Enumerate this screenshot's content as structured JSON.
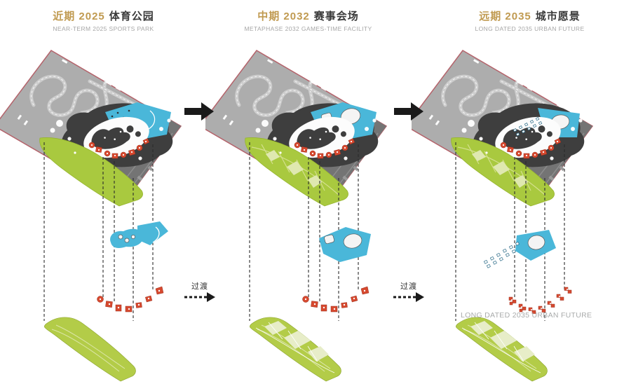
{
  "panels": [
    {
      "id": "near-term-2025",
      "title_highlight": "近期 2025",
      "title_rest": "体育公园",
      "subtitle": "NEAR-TERM 2025 SPORTS PARK"
    },
    {
      "id": "metaphase-2032",
      "title_highlight": "中期 2032",
      "title_rest": "赛事会场",
      "subtitle": "METAPHASE 2032 GAMES-TIME FACILITY"
    },
    {
      "id": "long-dated-2035",
      "title_highlight": "远期 2035",
      "title_rest": "城市愿景",
      "subtitle": "LONG DATED 2035 URBAN FUTURE"
    }
  ],
  "transitions": [
    {
      "label": "过渡",
      "icon": "dashed-arrow-right-icon"
    },
    {
      "label": "过渡",
      "icon": "dashed-arrow-right-icon"
    }
  ],
  "phase_arrows": [
    {
      "icon": "arrow-right-icon"
    },
    {
      "icon": "arrow-right-icon"
    }
  ],
  "annotations": {
    "panel3_mid_label": "LONG DATED 2035 URBAN FUTURE"
  },
  "colors": {
    "title_highlight": "#c09a50",
    "title_rest": "#3b3b3b",
    "subtitle": "#a6a6a6",
    "annotation_gray": "#a9abab",
    "plate_gray": "#adadad",
    "plate_border": "#b4636b",
    "dark_zone": "#3e3e3e",
    "water_blue": "#4ab7d9",
    "venue_red": "#d6492f",
    "park_green": "#a9c93f",
    "layer_green": "#b3cc48",
    "road_gray": "#747474"
  }
}
